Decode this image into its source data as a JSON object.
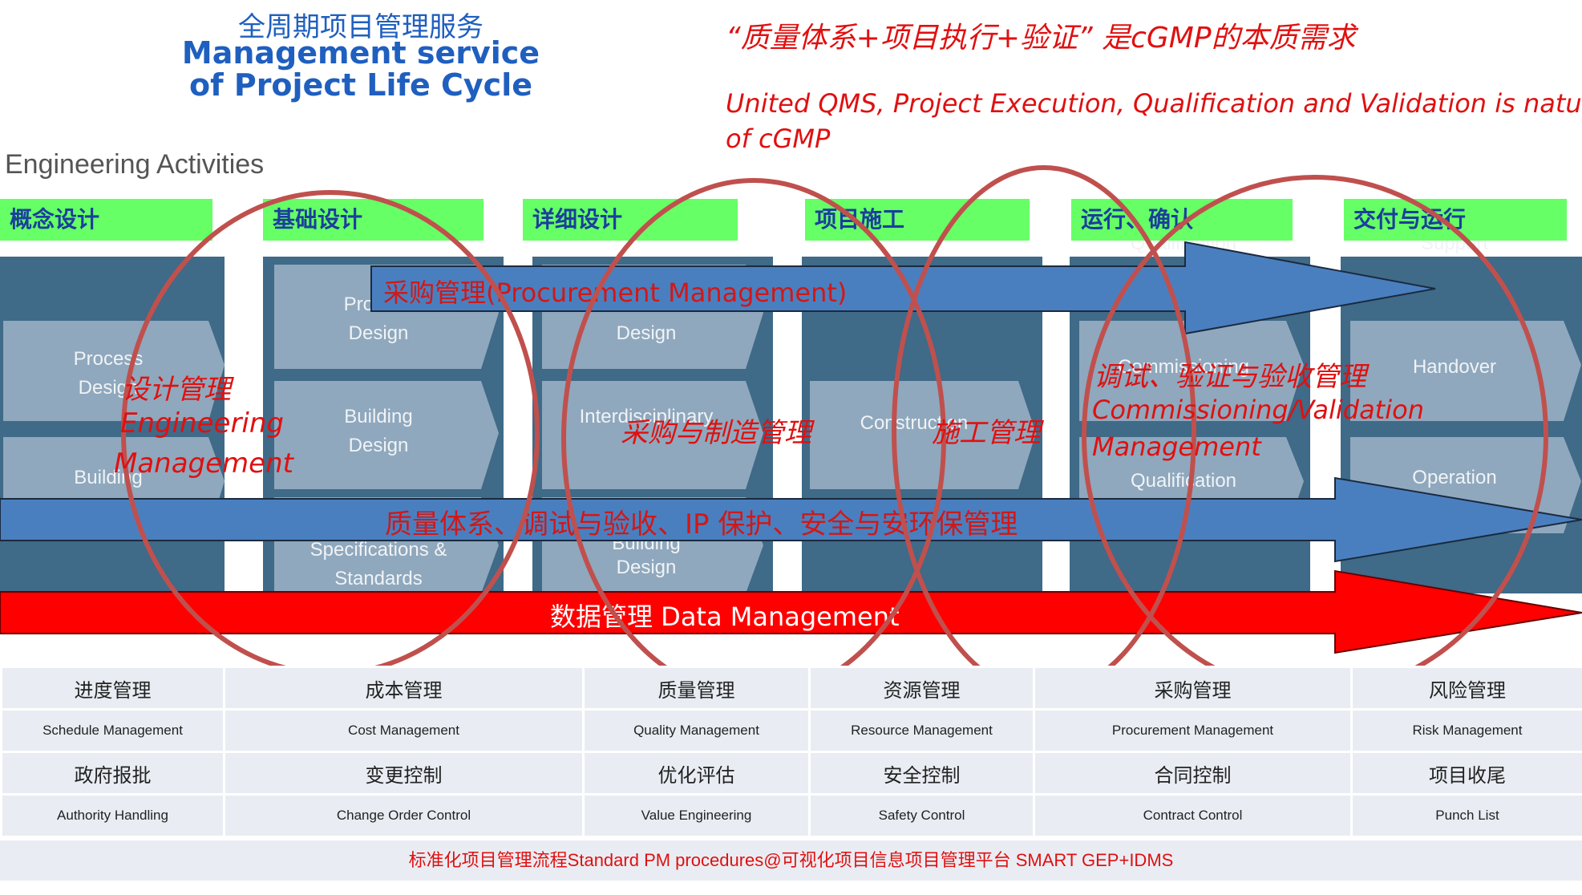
{
  "header": {
    "title_cn": "全周期项目管理服务",
    "title_en_line1": "Management service",
    "title_en_line2": "of  Project Life Cycle",
    "cgmp_cn": "“质量体系+项目执行+验证” 是cGMP的本质需求",
    "cgmp_en_line1": "United QMS, Project Execution, Qualification and Validation is nature",
    "cgmp_en_line2": "of cGMP"
  },
  "engineering_activities_label": "Engineering Activities",
  "phases": [
    {
      "label": "概念设计"
    },
    {
      "label": "基础设计"
    },
    {
      "label": "详细设计"
    },
    {
      "label": "项目施工"
    },
    {
      "label": "运行、确认"
    },
    {
      "label": "交付与运行"
    }
  ],
  "activity_boxes": {
    "col1": [
      "Process",
      "Design",
      "Building"
    ],
    "col2": [
      "Process",
      "Design",
      "Building",
      "Design",
      "Specifications &",
      "Standards"
    ],
    "col3": [
      "Design",
      "Interdisciplinary",
      "Building",
      "Design"
    ],
    "col4": [
      "Construction"
    ],
    "col5": [
      "Qualification",
      "Commissioning",
      "Qualification"
    ],
    "col6": [
      "Support",
      "Handover",
      "Operation"
    ]
  },
  "arrows": {
    "procurement": "采购管理(Procurement Management)",
    "quality": "质量体系、调试与验收、IP 保护、安全与安环保管理",
    "data": "数据管理 Data Management"
  },
  "overlays": {
    "engineering_cn": "设计管理",
    "engineering_en_1": "Engineering",
    "engineering_en_2": "Management",
    "procure_mfg_cn": "采购与制造管理",
    "construction_cn": "施工管理",
    "commissioning_cn": "调试、验证与验收管理",
    "commissioning_en_1": "Commissioning/Validation",
    "commissioning_en_2": "Management"
  },
  "pm_table": {
    "rows": [
      [
        "进度管理",
        "成本管理",
        "质量管理",
        "资源管理",
        "采购管理",
        "风险管理"
      ],
      [
        "Schedule Management",
        "Cost Management",
        "Quality Management",
        "Resource Management",
        "Procurement Management",
        "Risk Management"
      ],
      [
        "政府报批",
        "变更控制",
        "优化评估",
        "安全控制",
        "合同控制",
        "项目收尾"
      ],
      [
        "Authority Handling",
        "Change Order Control",
        "Value Engineering",
        "Safety Control",
        "Contract Control",
        "Punch List"
      ]
    ]
  },
  "footer": "标准化项目管理流程Standard PM procedures@可视化项目信息项目管理平台 SMART GEP+IDMS",
  "colors": {
    "title_blue": "#1f5fbf",
    "accent_red": "#e01010",
    "phase_green": "#66ff66",
    "column_blue": "#3f6a88",
    "box_grey": "#8fa8bd",
    "arrow_blue": "#4a7fbf",
    "arrow_red": "#ff0000",
    "circle_red": "#c0504d"
  }
}
